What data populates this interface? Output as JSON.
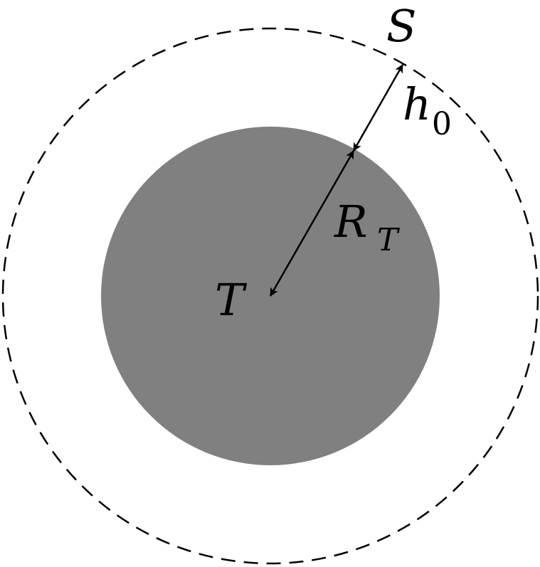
{
  "diagram": {
    "planet": {
      "label": "T",
      "fill_color": "#808080"
    },
    "orbit": {
      "label": "S",
      "style": "dashed",
      "stroke_color": "#000000"
    },
    "radius_arrow": {
      "label_main": "R",
      "label_sub": "T"
    },
    "altitude_arrow": {
      "label_main": "h",
      "label_sub": "0"
    }
  }
}
